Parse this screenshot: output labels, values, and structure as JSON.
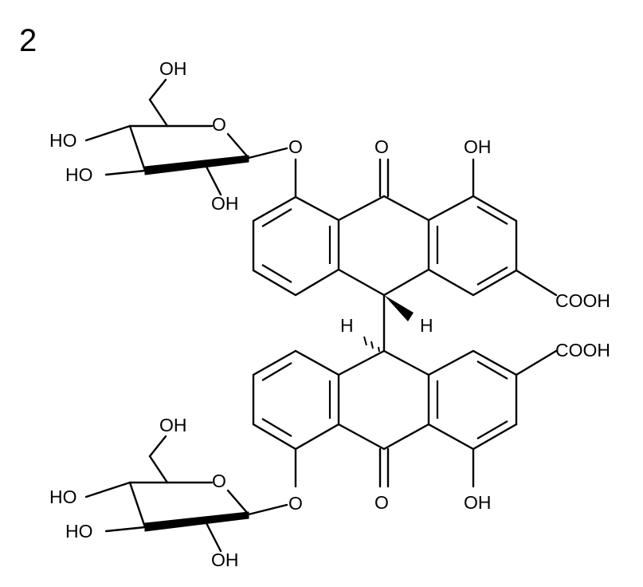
{
  "panel_label": "2",
  "labels": {
    "oh": "OH",
    "ho": "HO",
    "o": "O",
    "cooh": "COOH",
    "h": "H"
  },
  "sugar_top": {
    "ch2oh": "OH",
    "ho_upper": "HO",
    "ho_lower": "HO",
    "oh_bottom": "OH",
    "ring_o": "O",
    "link_o": "O"
  },
  "anthrone_top": {
    "keto": "O",
    "peri_oh": "OH",
    "cooh": "COOH",
    "h10": "H"
  },
  "anthrone_bottom": {
    "keto": "O",
    "peri_oh": "OH",
    "cooh": "COOH",
    "h10": "H"
  },
  "sugar_bottom": {
    "ch2oh": "OH",
    "ho_upper": "HO",
    "ho_lower": "HO",
    "oh_bottom": "OH",
    "ring_o": "O",
    "link_o": "O"
  }
}
